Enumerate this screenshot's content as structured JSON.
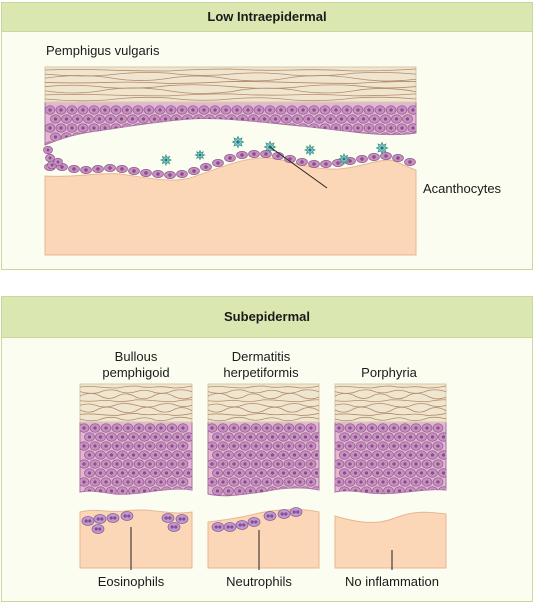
{
  "top_panel": {
    "title": "Low Intraepidermal",
    "condition": "Pemphigus vulgaris",
    "callout": "Acanthocytes"
  },
  "bottom_panel": {
    "title": "Subepidermal",
    "conditions": [
      {
        "name_line1": "Bullous",
        "name_line2": "pemphigoid",
        "callout": "Eosinophils"
      },
      {
        "name_line1": "Dermatitis",
        "name_line2": "herpetiformis",
        "callout": "Neutrophils"
      },
      {
        "name_line1": "",
        "name_line2": "Porphyria",
        "callout": "No inflammation"
      }
    ]
  },
  "colors": {
    "panel_header": "#dbe7b0",
    "panel_border": "#c9d79a",
    "panel_background": "#fbfdf1",
    "stratum_corneum": "#f0e6cf",
    "keratin_fibers": "#b28c6c",
    "epidermis": "#e3b7d2",
    "keratinocyte": "#c691c0",
    "keratinocyte_outline": "#8e5a8c",
    "nucleus": "#8e4a8b",
    "dermis": "#fbd7b7",
    "dermis_outline": "#e8b693",
    "acanthocyte": "#8ad3c8",
    "acanthocyte_outline": "#3a8f86",
    "inflammatory_cell": "#ba9bd4"
  }
}
